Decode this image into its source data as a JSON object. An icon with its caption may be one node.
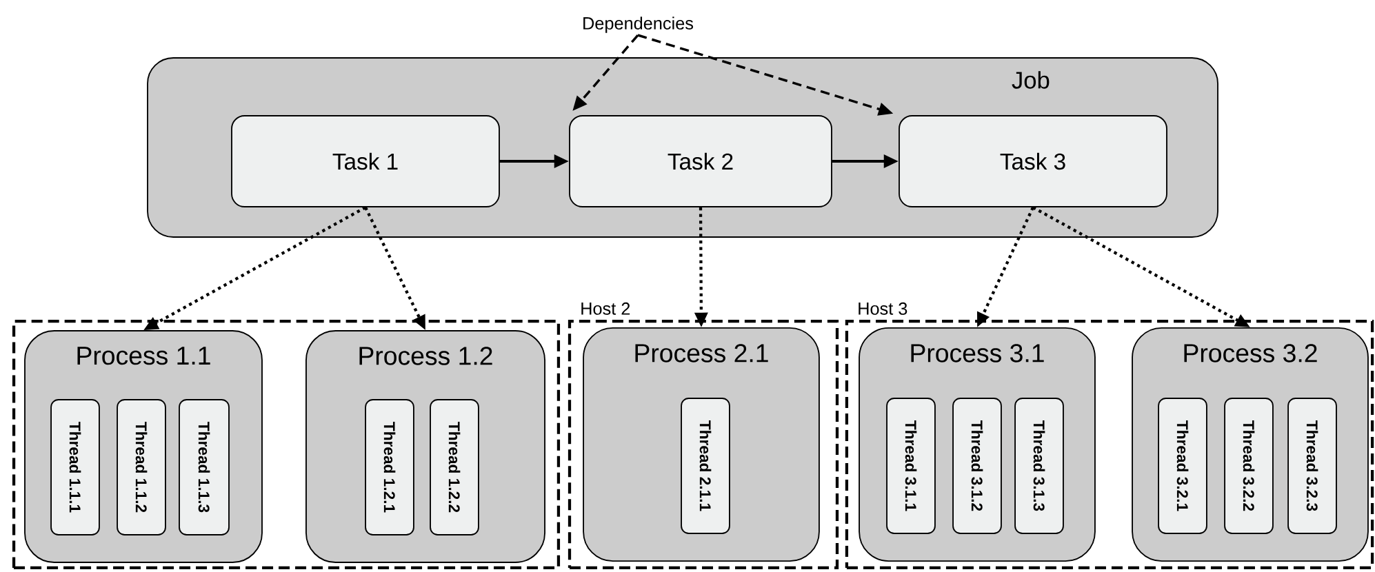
{
  "diagram": {
    "nodes": [
      {
        "text": [
          "Dependencies"
        ]
      },
      {
        "text": [
          "Job"
        ]
      },
      {
        "text": [
          "Task 1"
        ],
        "in": 1
      },
      {
        "text": [
          "Task 2"
        ],
        "in": 1
      },
      {
        "text": [
          "Task 3"
        ],
        "in": 1
      },
      {
        "text": [],
        "shape": "box"
      },
      {
        "text": [
          "Process 1.1"
        ],
        "in": 5
      },
      {
        "text": [
          "Thread 1.1.1"
        ],
        "in": 6
      },
      {
        "text": [
          "Thread 1.1.2"
        ],
        "in": 6
      },
      {
        "text": [
          "Thread 1.1.3"
        ],
        "in": 6
      },
      {
        "text": [
          "Process 1.2"
        ],
        "in": 5
      },
      {
        "text": [
          "Thread 1.2.1"
        ],
        "in": 10
      },
      {
        "text": [
          "Thread 1.2.2"
        ],
        "in": 10
      },
      {
        "text": [
          "Host 2"
        ]
      },
      {
        "text": [
          "Process 2.1"
        ],
        "in": 13
      },
      {
        "text": [
          "Thread 2.1.1"
        ],
        "in": 14
      },
      {
        "text": [
          "Host 3"
        ]
      },
      {
        "text": [
          "Process 3.1"
        ],
        "in": 16
      },
      {
        "text": [
          "Thread 3.1.1"
        ],
        "in": 17
      },
      {
        "text": [
          "Thread 3.1.2"
        ],
        "in": 17
      },
      {
        "text": [
          "Thread 3.1.3"
        ],
        "in": 17
      },
      {
        "text": [
          "Process 3.2"
        ],
        "in": 16
      },
      {
        "text": [
          "Thread 3.2.1"
        ],
        "in": 21
      },
      {
        "text": [
          "Thread 3.2.2"
        ],
        "in": 21
      },
      {
        "text": [
          "Thread 3.2.3"
        ],
        "in": 21
      }
    ],
    "edges": [
      {
        "from": 0,
        "to": 3,
        "arrow": "to",
        "style": "dashed"
      },
      {
        "from": 0,
        "to": 4,
        "arrow": "to",
        "style": "dashed"
      },
      {
        "from": 2,
        "to": 3,
        "arrow": "to"
      },
      {
        "from": 3,
        "to": 4,
        "arrow": "to"
      },
      {
        "from": 2,
        "to": 6,
        "arrow": "to",
        "style": "dashed"
      },
      {
        "from": 2,
        "to": 10,
        "arrow": "to",
        "style": "dashed"
      },
      {
        "from": 3,
        "to": 14,
        "arrow": "to",
        "style": "dashed"
      },
      {
        "from": 4,
        "to": 17,
        "arrow": "to",
        "style": "dashed"
      },
      {
        "from": 4,
        "to": 21,
        "arrow": "to",
        "style": "dashed"
      }
    ]
  }
}
